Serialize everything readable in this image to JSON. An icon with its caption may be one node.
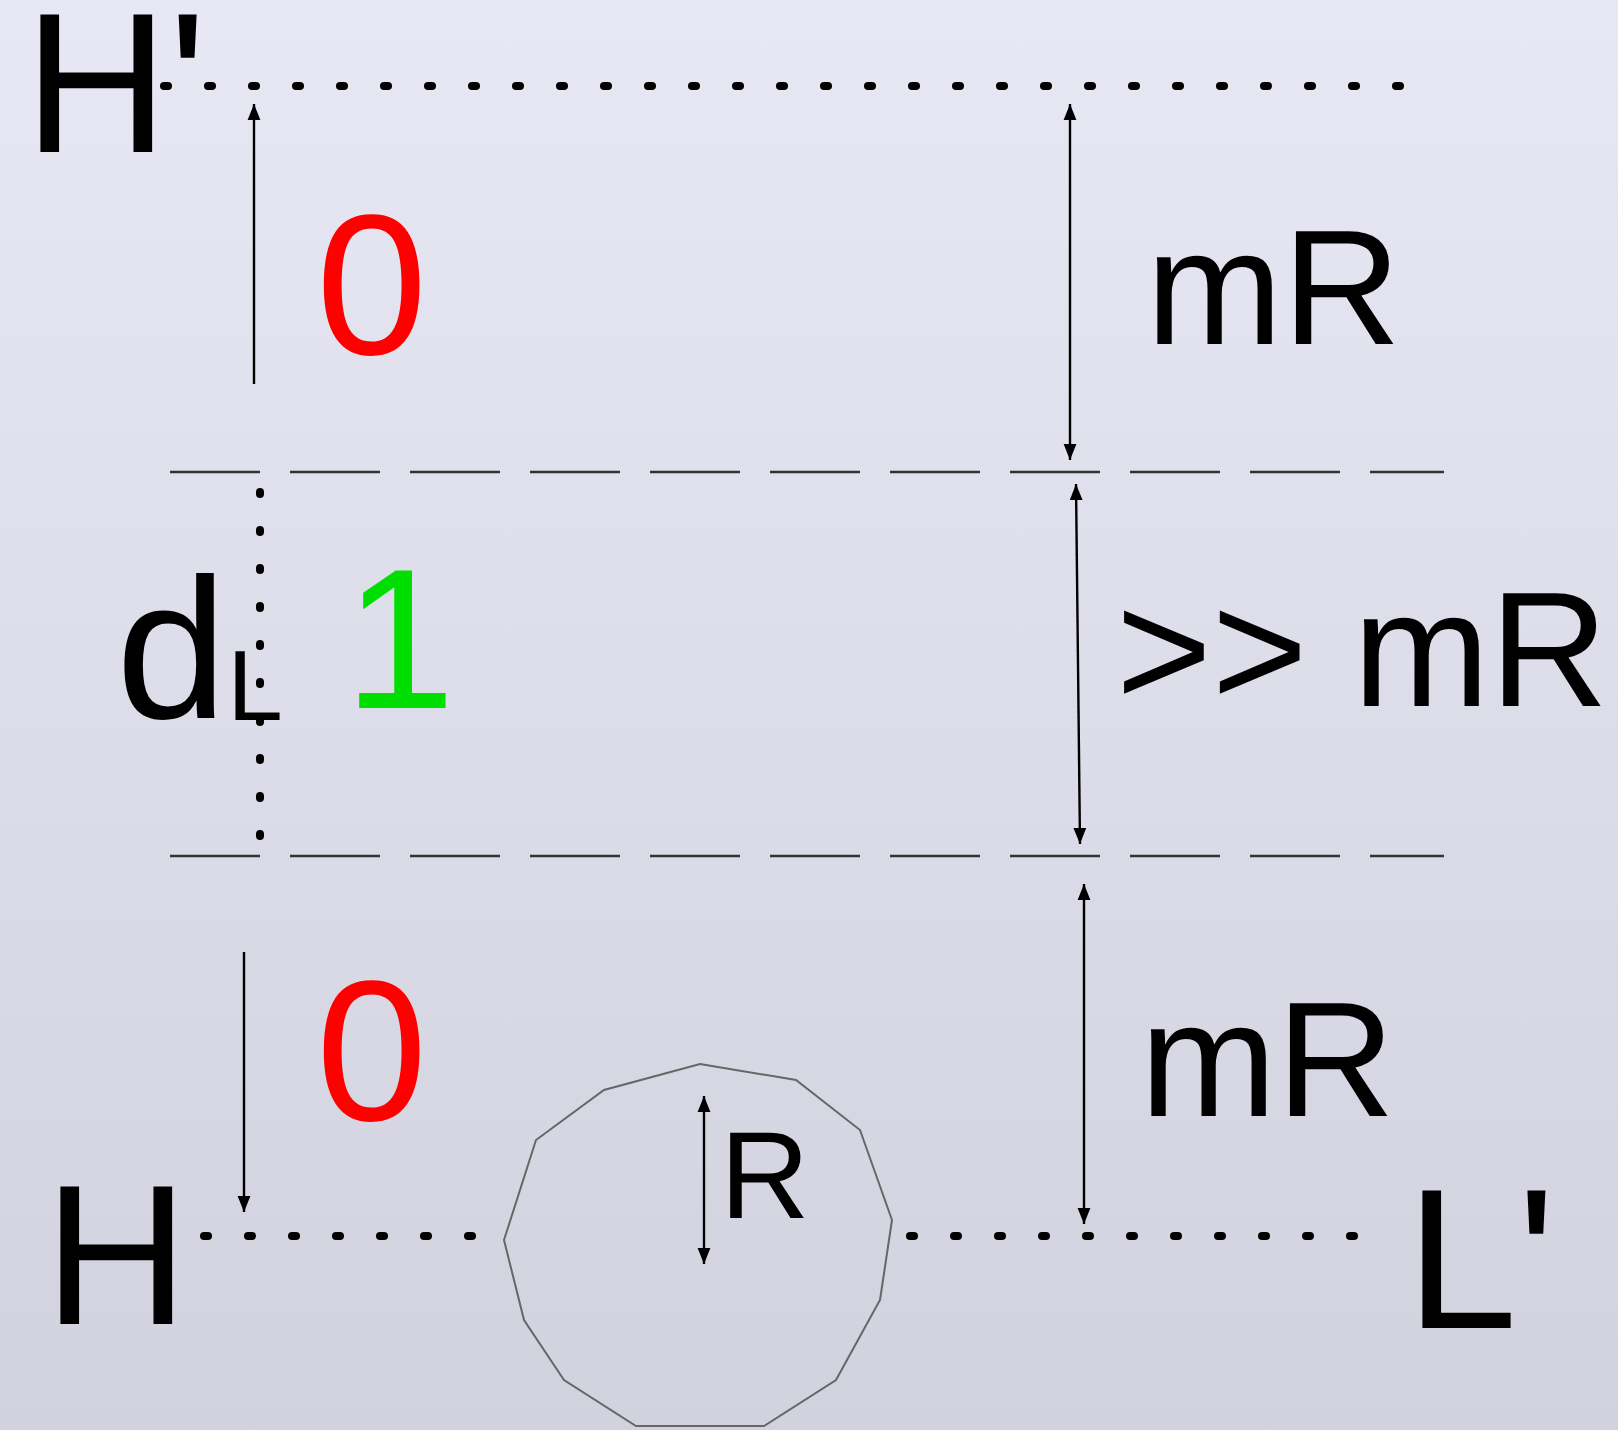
{
  "diagram": {
    "labels": [
      "H'",
      "0",
      "mR",
      "d$_{L}$",
      "1",
      ">> mR",
      "0",
      "mR",
      "R",
      "H",
      "L'"
    ]
  }
}
